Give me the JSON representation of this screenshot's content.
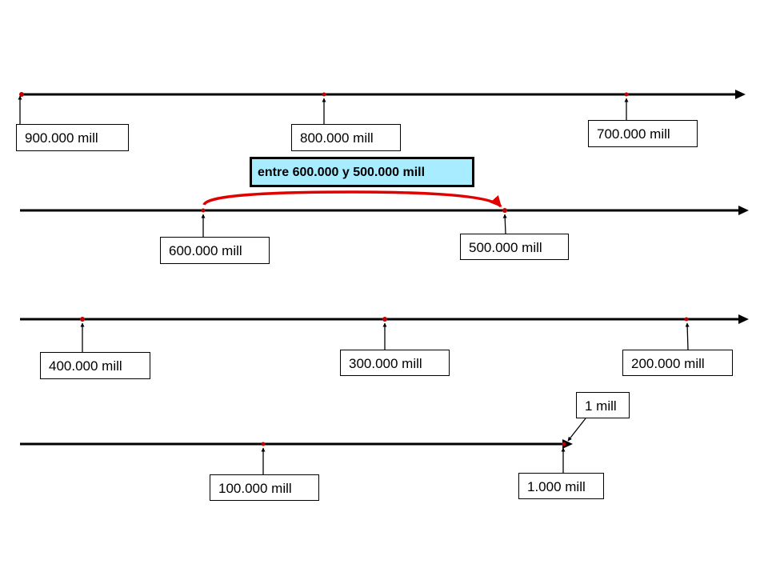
{
  "labels": {
    "l900k": "900.000 mill",
    "l800k": "800.000 mill",
    "l700k": "700.000 mill",
    "l600k": "600.000 mill",
    "l500k": "500.000 mill",
    "l400k": "400.000 mill",
    "l300k": "300.000 mill",
    "l200k": "200.000 mill",
    "l100k": "100.000 mill",
    "l1000": "1.000 mill",
    "l1": "1 mill"
  },
  "highlight": "entre 600.000 y 500.000 mill",
  "colors": {
    "axis": "#000000",
    "point": "#c00000",
    "arc": "#e00000",
    "highlight_fill": "#a7ecff"
  }
}
